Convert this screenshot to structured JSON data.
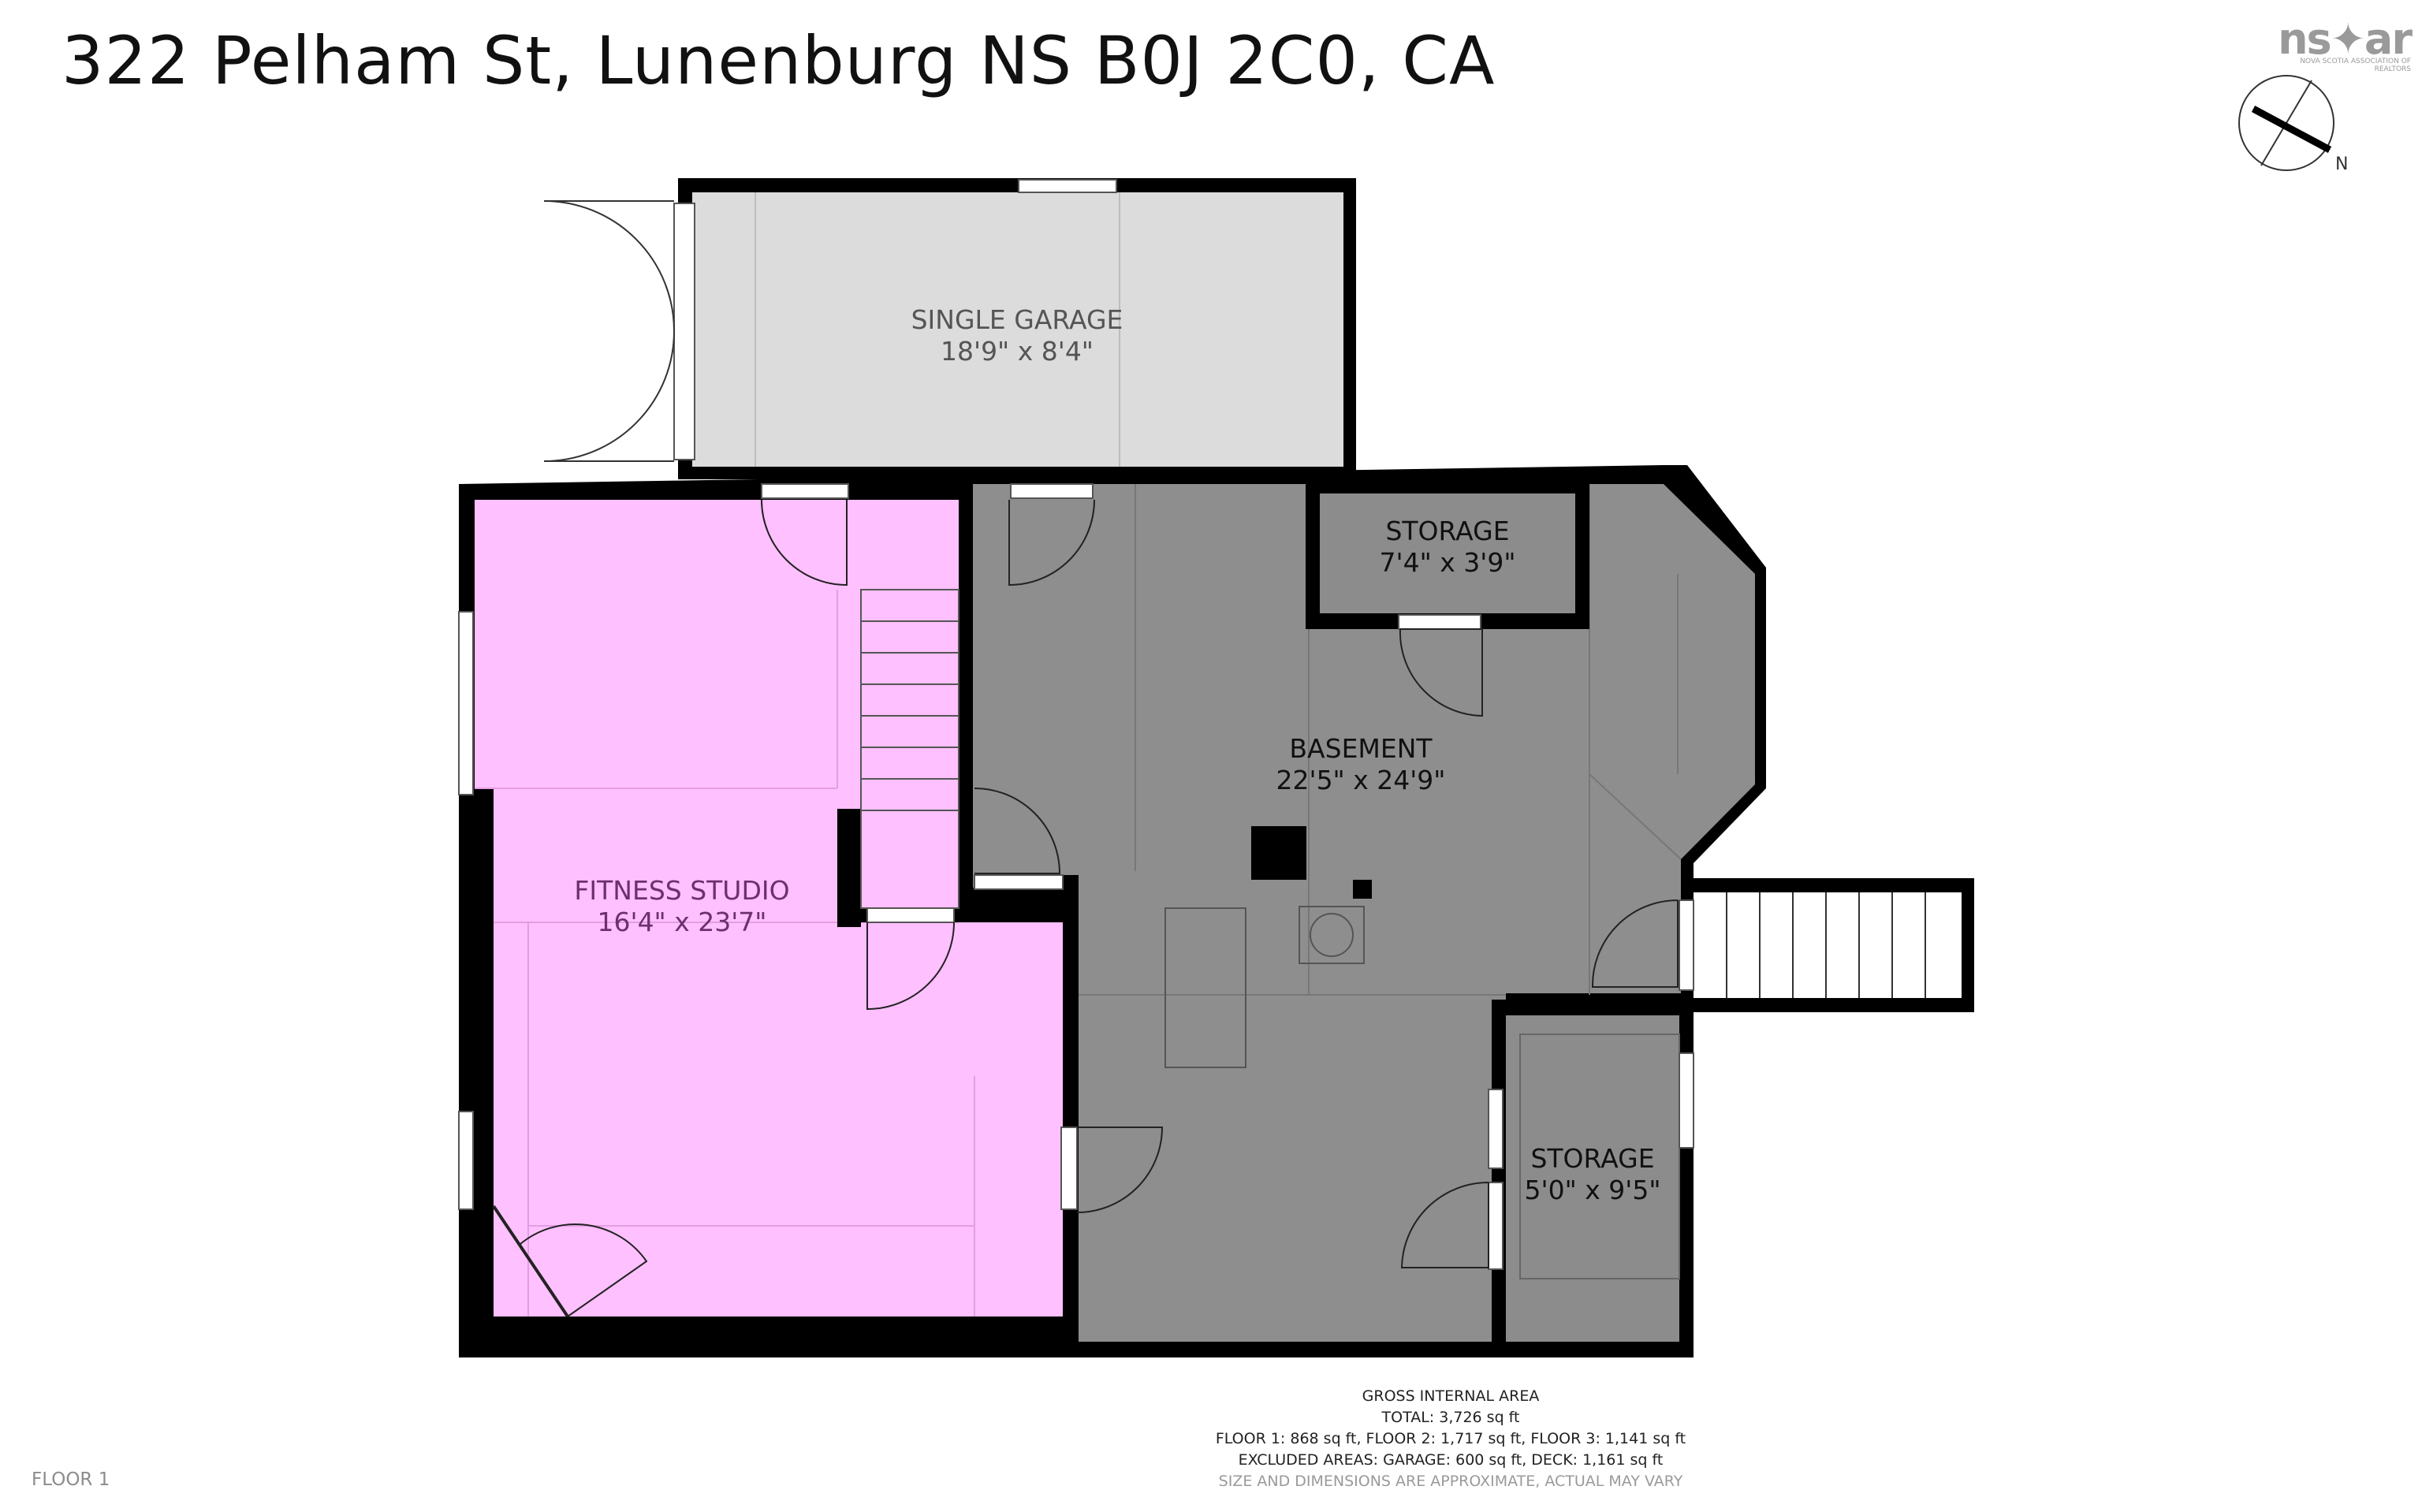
{
  "title": "322 Pelham St, Lunenburg NS B0J 2C0, CA",
  "logo": {
    "text": "ns✦ar",
    "subtitle": "NOVA SCOTIA ASSOCIATION OF REALTORS"
  },
  "compass": {
    "label": "N"
  },
  "rooms": {
    "garage": {
      "name": "SINGLE GARAGE",
      "dims": "18'9\" x 8'4\"",
      "color": "#dcdcdc"
    },
    "storage_top": {
      "name": "STORAGE",
      "dims": "7'4\" x 3'9\"",
      "color": "#8c8c8c"
    },
    "basement": {
      "name": "BASEMENT",
      "dims": "22'5\" x 24'9\"",
      "color": "#8e8e8e"
    },
    "fitness": {
      "name": "FITNESS STUDIO",
      "dims": "16'4\" x 23'7\"",
      "color": "#ffc0ff"
    },
    "storage_bottom": {
      "name": "STORAGE",
      "dims": "5'0\" x 9'5\"",
      "color": "#8c8c8c"
    }
  },
  "summary": {
    "heading": "GROSS INTERNAL AREA",
    "total": "TOTAL: 3,726 sq ft",
    "floors": "FLOOR 1: 868 sq ft, FLOOR 2: 1,717 sq ft, FLOOR 3: 1,141 sq ft",
    "excluded": "EXCLUDED AREAS: GARAGE: 600 sq ft, DECK: 1,161 sq ft",
    "disclaimer": "SIZE AND DIMENSIONS ARE APPROXIMATE, ACTUAL MAY VARY"
  },
  "floor_label": "FLOOR 1",
  "colors": {
    "wall": "#000000",
    "stair_fill": "#ffffff"
  }
}
